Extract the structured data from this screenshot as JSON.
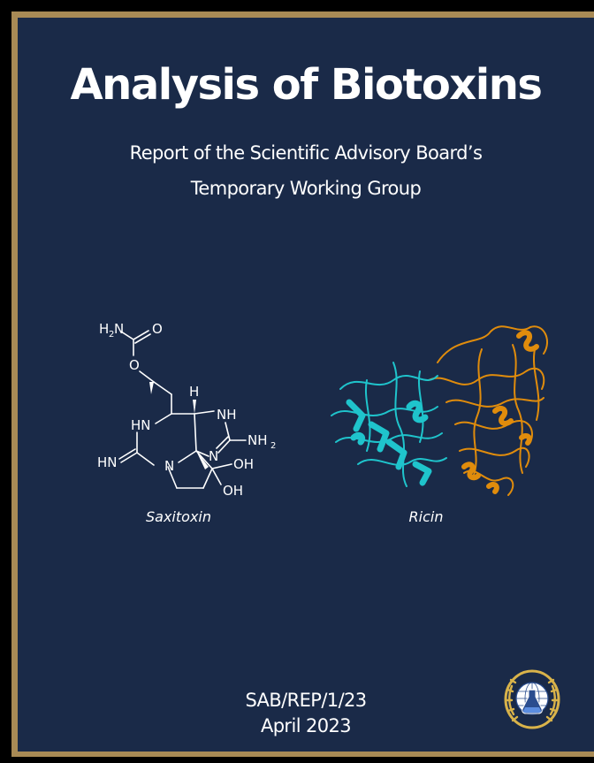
{
  "cover": {
    "title": "Analysis of Biotoxins",
    "subtitle_line1": "Report of the Scientific Advisory Board’s",
    "subtitle_line2": "Temporary Working Group",
    "report_code": "SAB/REP/1/23",
    "date": "April 2023"
  },
  "figures": {
    "left_caption": "Saxitoxin",
    "right_caption": "Ricin",
    "left_icon": "saxitoxin-structure-icon",
    "right_icon": "ricin-protein-icon"
  },
  "molecule_labels": {
    "h2n": "H",
    "h2n_sub": "2",
    "h2n_n": "N",
    "o_top": "O",
    "o_ester": "O",
    "h": "H",
    "nh_ring": "NH",
    "hn_left": "HN",
    "nh2": "NH",
    "nh2_sub": "2",
    "hn_imine": "HN",
    "n_ring": "N",
    "n_bridge": "N",
    "oh1": "OH",
    "oh2": "OH"
  },
  "colors": {
    "background": "#1a2a48",
    "frame": "#a88a55",
    "text": "#ffffff",
    "ricin_chain_a": "#1fc4cc",
    "ricin_chain_b": "#e08c0c"
  },
  "logo": {
    "icon": "opcw-seal-icon"
  }
}
